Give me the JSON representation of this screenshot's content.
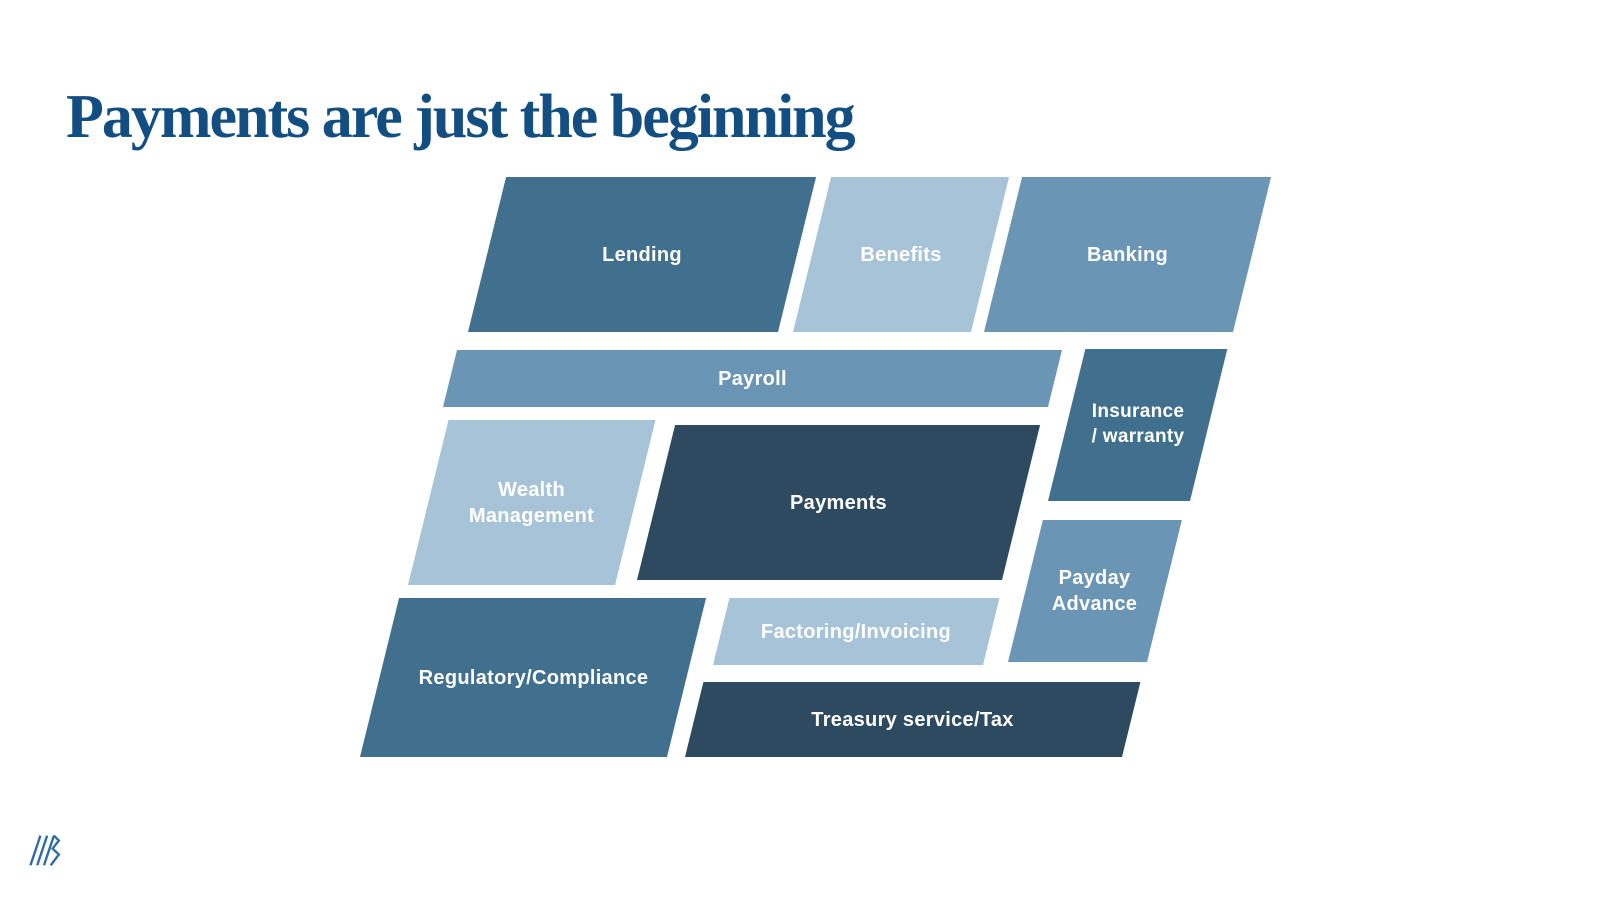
{
  "slide": {
    "title": "Payments are just the beginning"
  },
  "palette": {
    "title_blue": "#124e82",
    "tile_dark_navy": "#2d4a60",
    "tile_mid_dark_blue": "#41708f",
    "tile_medium_blue": "#6b95b4",
    "tile_light_blue": "#a7c3d8",
    "tile_text": "#ffffff",
    "logo_blue": "#2e6ba4",
    "background": "#ffffff"
  },
  "icons": {
    "footer_logo": "double-slash-b-logo"
  },
  "diagram": {
    "tiles": [
      {
        "id": "lending",
        "tone": "mid_dark",
        "lines": [
          "Lending"
        ]
      },
      {
        "id": "benefits",
        "tone": "light",
        "lines": [
          "Benefits"
        ]
      },
      {
        "id": "banking",
        "tone": "medium",
        "lines": [
          "Banking"
        ]
      },
      {
        "id": "payroll",
        "tone": "medium",
        "lines": [
          "Payroll"
        ]
      },
      {
        "id": "insurance-warranty",
        "tone": "mid_dark",
        "lines": [
          "Insurance",
          "/ warranty"
        ]
      },
      {
        "id": "wealth-management",
        "tone": "light",
        "lines": [
          "Wealth",
          "Management"
        ]
      },
      {
        "id": "payments",
        "tone": "dark",
        "lines": [
          "Payments"
        ]
      },
      {
        "id": "payday-advance",
        "tone": "medium",
        "lines": [
          "Payday",
          "Advance"
        ]
      },
      {
        "id": "factoring-invoicing",
        "tone": "light",
        "lines": [
          "Factoring/Invoicing"
        ]
      },
      {
        "id": "regulatory-compliance",
        "tone": "mid_dark",
        "lines": [
          "Regulatory/Compliance"
        ]
      },
      {
        "id": "treasury-service-tax",
        "tone": "dark",
        "lines": [
          "Treasury service/Tax"
        ]
      }
    ]
  }
}
